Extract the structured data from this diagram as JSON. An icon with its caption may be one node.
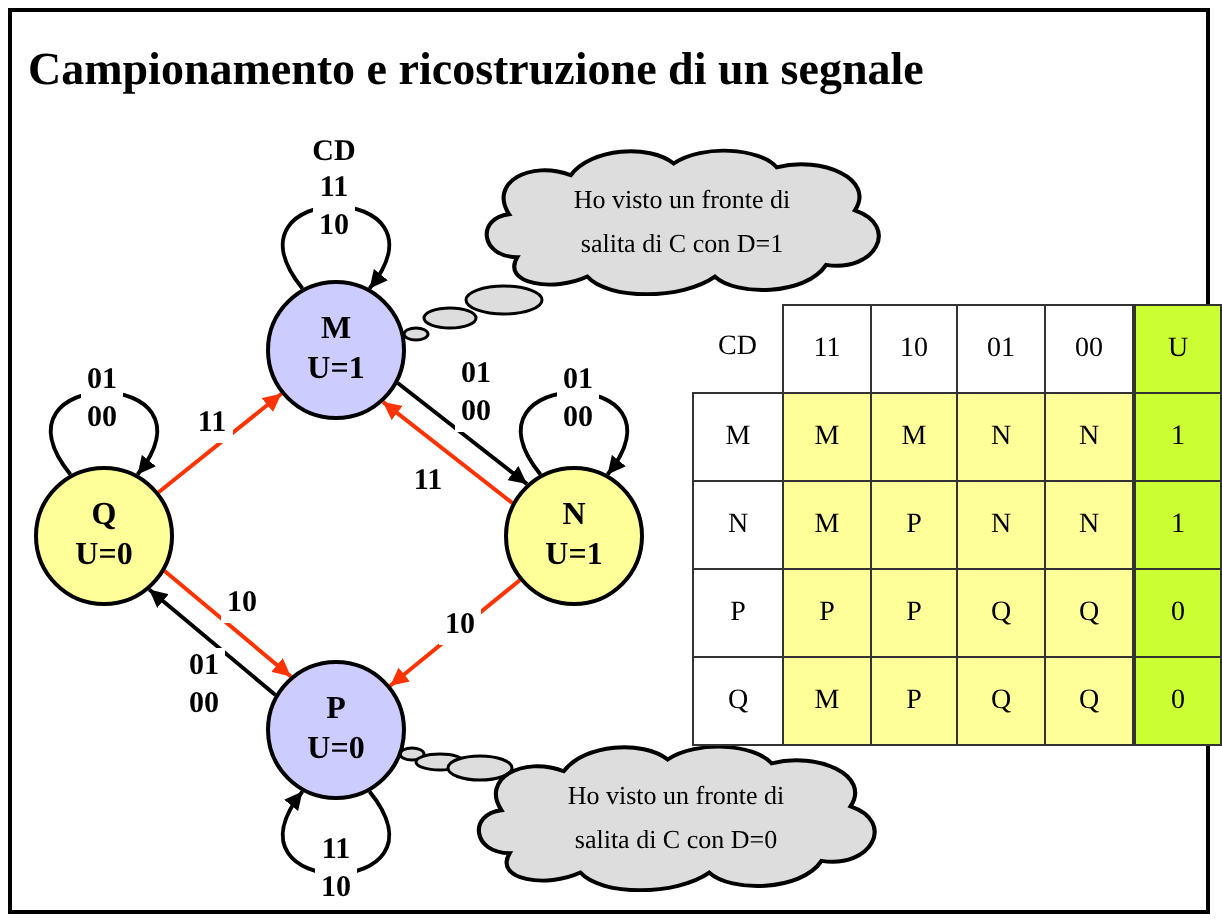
{
  "diagram": {
    "title": "Campionamento e ricostruzione di un segnale",
    "nodes": [
      {
        "text": [
          "M",
          "U=1"
        ]
      },
      {
        "text": [
          "Ho visto un fronte di salita di C con D=1"
        ]
      },
      {
        "text": [
          "Q",
          "U=0"
        ]
      },
      {
        "text": [
          "N",
          "U=1"
        ]
      },
      {
        "text": [
          "P",
          "U=0"
        ]
      },
      {
        "text": [
          "Ho visto un fronte di salita di C con D=0"
        ]
      }
    ],
    "edges": [
      {
        "from": 0,
        "to": 0,
        "arrow": "to",
        "label": "11 10"
      },
      {
        "from": 2,
        "to": 2,
        "arrow": "to",
        "label": "01 00"
      },
      {
        "from": 3,
        "to": 3,
        "arrow": "to",
        "label": "01 00"
      },
      {
        "from": 4,
        "to": 4,
        "arrow": "to",
        "label": "11 10"
      },
      {
        "from": 2,
        "to": 0,
        "arrow": "to",
        "label": "11",
        "color": "#ff3300"
      },
      {
        "from": 0,
        "to": 3,
        "arrow": "to",
        "label": "01 00"
      },
      {
        "from": 3,
        "to": 0,
        "arrow": "to",
        "label": "11",
        "color": "#ff3300"
      },
      {
        "from": 2,
        "to": 4,
        "arrow": "to",
        "label": "10",
        "color": "#ff3300"
      },
      {
        "from": 4,
        "to": 2,
        "arrow": "to",
        "label": "01 00"
      },
      {
        "from": 3,
        "to": 4,
        "arrow": "to",
        "label": "10",
        "color": "#ff3300"
      }
    ],
    "labels": [
      "CD",
      "CD",
      "11",
      "10",
      "01",
      "00",
      "U",
      "M",
      "M",
      "M",
      "N",
      "N",
      "1",
      "N",
      "M",
      "P",
      "N",
      "N",
      "1",
      "P",
      "P",
      "P",
      "Q",
      "Q",
      "0",
      "Q",
      "M",
      "P",
      "Q",
      "Q",
      "0"
    ]
  }
}
